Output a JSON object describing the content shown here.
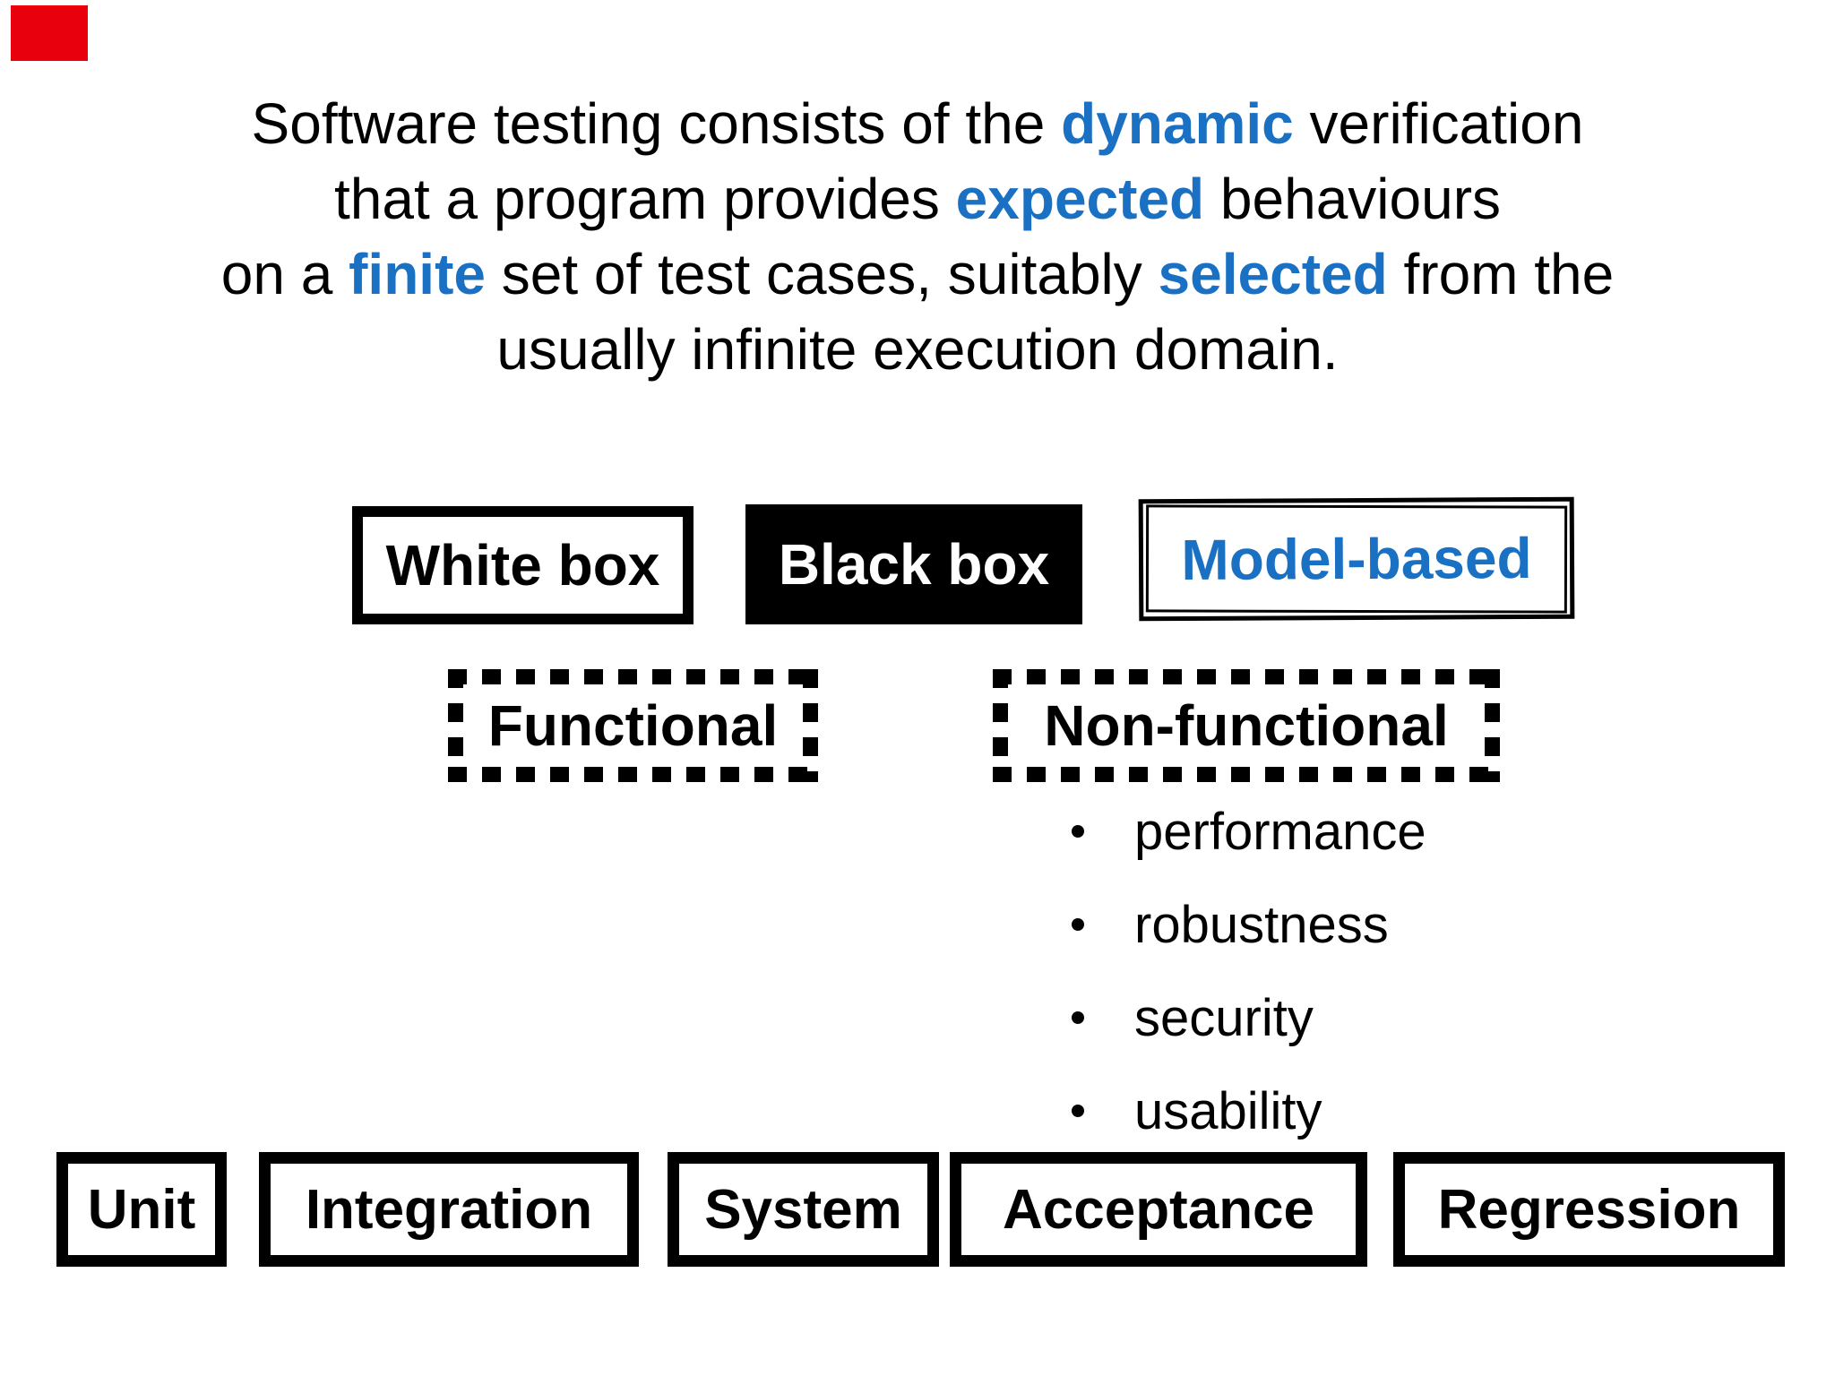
{
  "colors": {
    "accent_blue": "#1a70c2",
    "marker_red": "#e8000d"
  },
  "quote": {
    "line1": {
      "pre": "Software testing consists of the ",
      "accent": "dynamic",
      "post": " verification"
    },
    "line2": {
      "pre": "that a program provides ",
      "accent": "expected",
      "post": " behaviours"
    },
    "line3": {
      "pre": "on a ",
      "accent1": "finite",
      "mid": " set of test cases, suitably ",
      "accent2": "selected",
      "post": " from the"
    },
    "line4": {
      "text": "usually infinite execution domain."
    }
  },
  "techniques": {
    "white_box": "White box",
    "black_box": "Black box",
    "model_based": "Model-based"
  },
  "categories": {
    "functional": "Functional",
    "non_functional": "Non-functional"
  },
  "non_functional_bullets": [
    "performance",
    "robustness",
    "security",
    "usability"
  ],
  "levels": [
    "Unit",
    "Integration",
    "System",
    "Acceptance",
    "Regression"
  ]
}
